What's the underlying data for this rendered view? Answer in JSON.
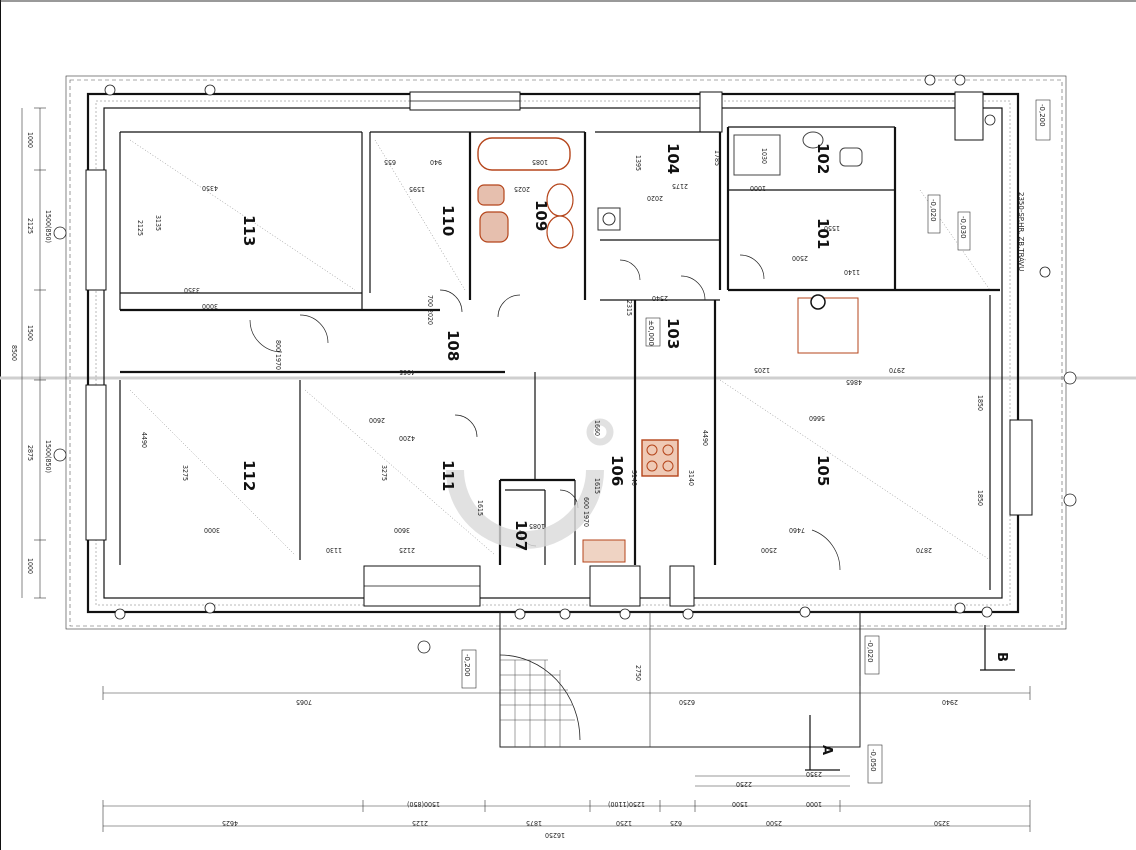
{
  "rooms": [
    {
      "id": "r113",
      "number": "113"
    },
    {
      "id": "r110",
      "number": "110"
    },
    {
      "id": "r109",
      "number": "109"
    },
    {
      "id": "r104",
      "number": "104"
    },
    {
      "id": "r102",
      "number": "102"
    },
    {
      "id": "r101",
      "number": "101"
    },
    {
      "id": "r108",
      "number": "108"
    },
    {
      "id": "r103",
      "number": "103"
    },
    {
      "id": "r112",
      "number": "112"
    },
    {
      "id": "r111",
      "number": "111"
    },
    {
      "id": "r106",
      "number": "106"
    },
    {
      "id": "r105",
      "number": "105"
    },
    {
      "id": "r107",
      "number": "107"
    }
  ],
  "levels": {
    "l1": "-0,200",
    "l2": "-0,020",
    "l3": "-0,030",
    "l4": "±0,000",
    "l5": "-0,200",
    "l6": "-0,020",
    "l7": "-0,050"
  },
  "section_marks": {
    "a": "A",
    "b": "B"
  },
  "note_right": "2350-SP.HR. ZB.TRÁVU",
  "dims_bottom": {
    "total": "16250",
    "d1": "4625",
    "d2": "2125",
    "d3": "1875",
    "d4": "1250",
    "d5": "625",
    "d6": "2500",
    "d7": "3250",
    "w1": "1500(850)",
    "w2": "1250(1100)",
    "w3": "1500",
    "w4": "1000",
    "t1": "2250",
    "t2": "2350"
  },
  "dims_lower": {
    "a": "7065",
    "b": "6250",
    "c": "2940",
    "depth": "2750"
  },
  "dims_left": {
    "a": "1000",
    "b": "2125",
    "c": "1500(850)",
    "d": "1500",
    "e": "8500",
    "f": "2875",
    "g": "1500(850)",
    "h": "1000"
  },
  "dims_interior": {
    "d4350": "4350",
    "d3135": "3135",
    "d2125": "2125",
    "d3350": "3350",
    "d3000a": "3000",
    "d4490a": "4490",
    "d3275a": "3275",
    "d3000b": "3000",
    "d1595": "1595",
    "d2025": "2025",
    "d4065": "4065",
    "d4200": "4200",
    "d3275b": "3275",
    "d2600": "2600",
    "d3600": "3600",
    "d2125b": "2125",
    "d1130": "1130",
    "d1615a": "1615",
    "d1660": "1660",
    "d1615b": "1615",
    "d3140a": "3140",
    "d3140b": "3140",
    "d1085": "1085",
    "d4490b": "4490",
    "d5660": "5660",
    "d4865": "4865",
    "d7460": "7460",
    "d2500": "2500",
    "d2870": "2870",
    "d1850a": "1850",
    "d1850b": "1850",
    "d2970": "2970",
    "d1205": "1205",
    "d2315": "2315",
    "d2540": "2540",
    "d2175": "2175",
    "d2020": "2020",
    "d1785": "1785",
    "d2500b": "2500",
    "d1140": "1140",
    "d1550": "1550",
    "d940": "940",
    "d655": "655",
    "d1085b": "1085",
    "d1395": "1395",
    "d1030": "1030",
    "d1000": "1000",
    "door1": "800 1970",
    "door2": "700 2020",
    "door3": "600 1970"
  }
}
